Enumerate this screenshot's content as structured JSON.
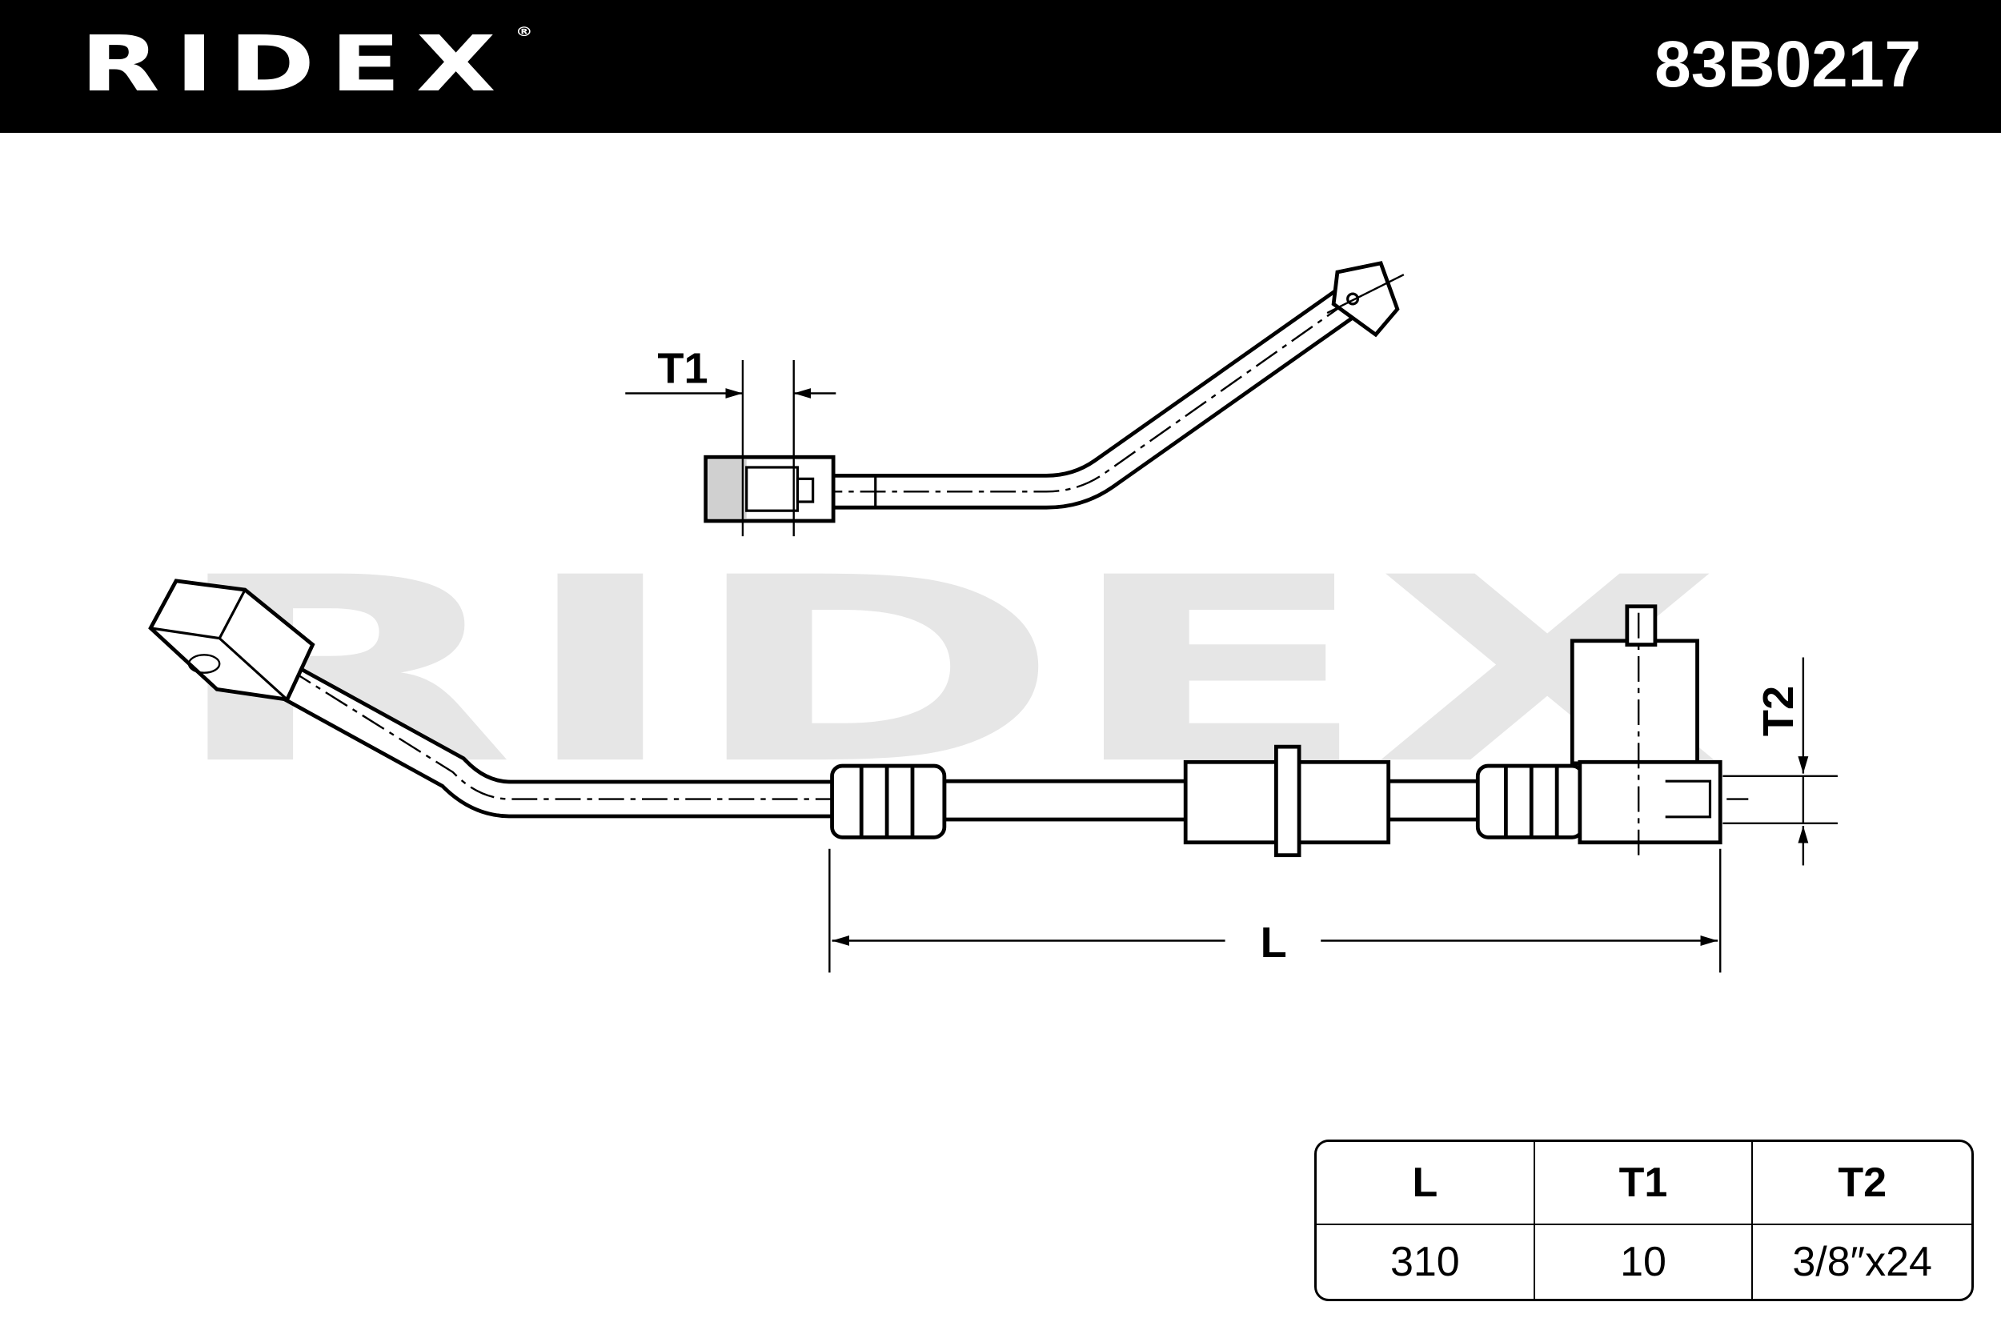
{
  "header": {
    "brand": "RIDEX",
    "registered_mark": "®",
    "part_number": "83B0217"
  },
  "watermark": "RIDEX",
  "dimension_labels": {
    "t1": "T1",
    "t2": "T2",
    "l": "L"
  },
  "spec_table": {
    "headers": [
      "L",
      "T1",
      "T2"
    ],
    "values": [
      "310",
      "10",
      "3/8″x24"
    ]
  }
}
